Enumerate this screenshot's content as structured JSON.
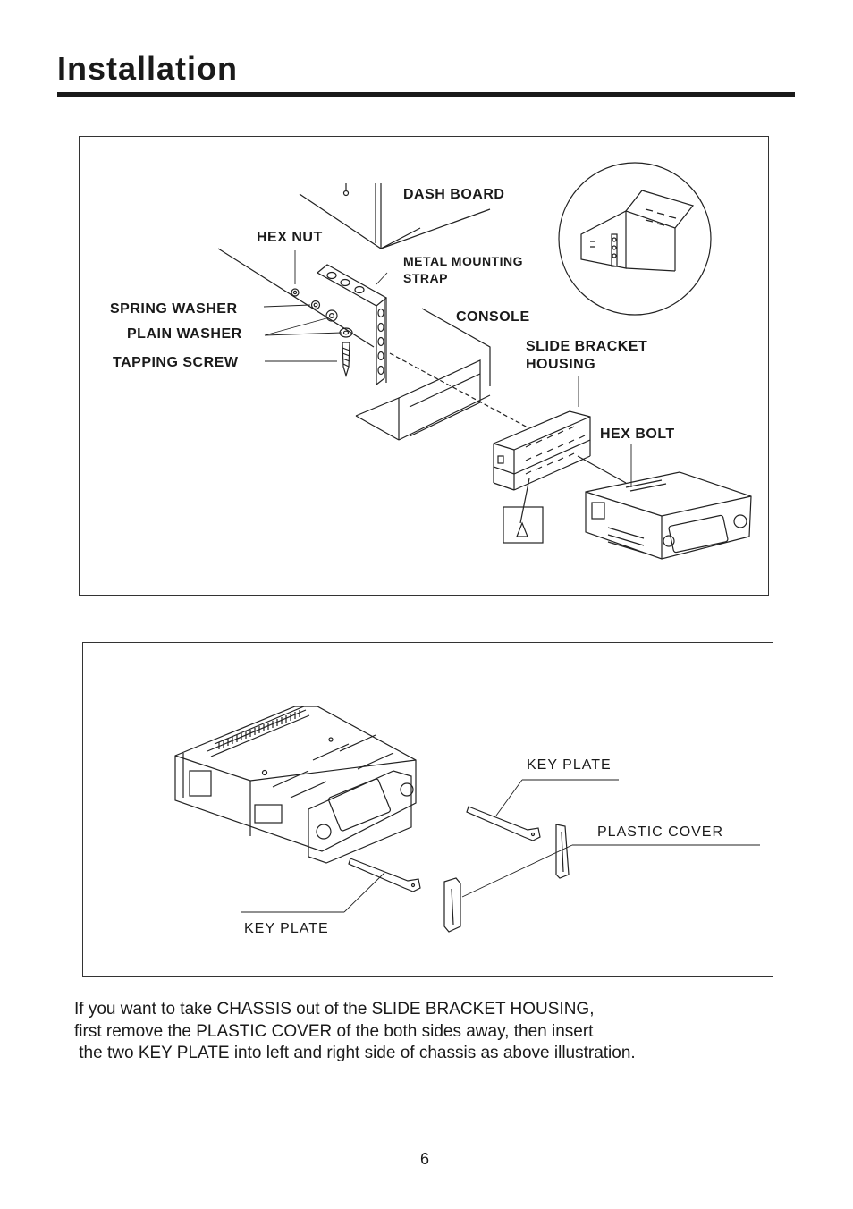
{
  "header": {
    "title": "Installation"
  },
  "diagram1": {
    "labels": {
      "dash_board": "DASH BOARD",
      "hex_nut": "HEX NUT",
      "metal_mounting_strap_1": "METAL MOUNTING",
      "metal_mounting_strap_2": "STRAP",
      "spring_washer": "SPRING WASHER",
      "console": "CONSOLE",
      "plain_washer": "PLAIN WASHER",
      "slide_bracket_housing_1": "SLIDE BRACKET",
      "slide_bracket_housing_2": "HOUSING",
      "tapping_screw": "TAPPING SCREW",
      "hex_bolt": "HEX BOLT"
    }
  },
  "diagram2": {
    "labels": {
      "key_plate_right": "KEY PLATE",
      "plastic_cover": "PLASTIC COVER",
      "key_plate_left": "KEY PLATE"
    }
  },
  "instructions": {
    "lines": [
      "If you want to take CHASSIS out of the SLIDE BRACKET HOUSING,",
      "first remove the PLASTIC COVER of the both sides away, then insert",
      " the two KEY PLATE into left and right side of chassis as above illustration."
    ]
  },
  "footer": {
    "page_number": "6"
  }
}
